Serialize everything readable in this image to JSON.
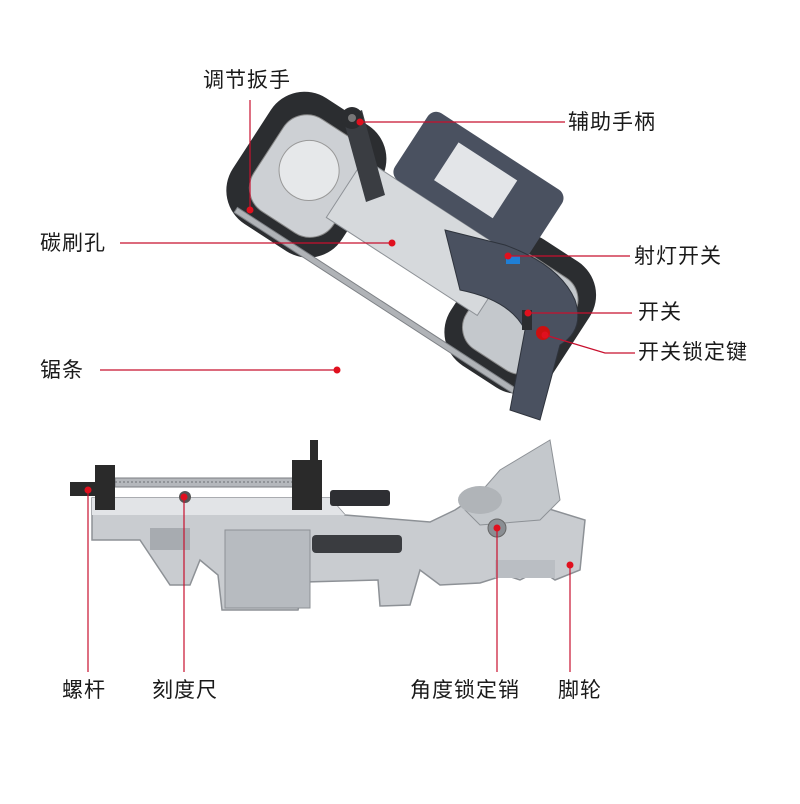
{
  "labels": {
    "wrench": "调节扳手",
    "aux_handle": "辅助手柄",
    "brush_hole": "碳刷孔",
    "light_switch": "射灯开关",
    "switch": "开关",
    "switch_lock": "开关锁定键",
    "blade": "锯条",
    "screw_rod": "螺杆",
    "scale": "刻度尺",
    "angle_lock_pin": "角度锁定销",
    "foot_wheel": "脚轮"
  },
  "colors": {
    "leader_line": "#c8102e",
    "marker": "#e0101e",
    "tool_body": "#d3d6d9",
    "rubber": "#2b2d30",
    "housing": "#4a5160",
    "accent_blue": "#1f7fd6"
  }
}
